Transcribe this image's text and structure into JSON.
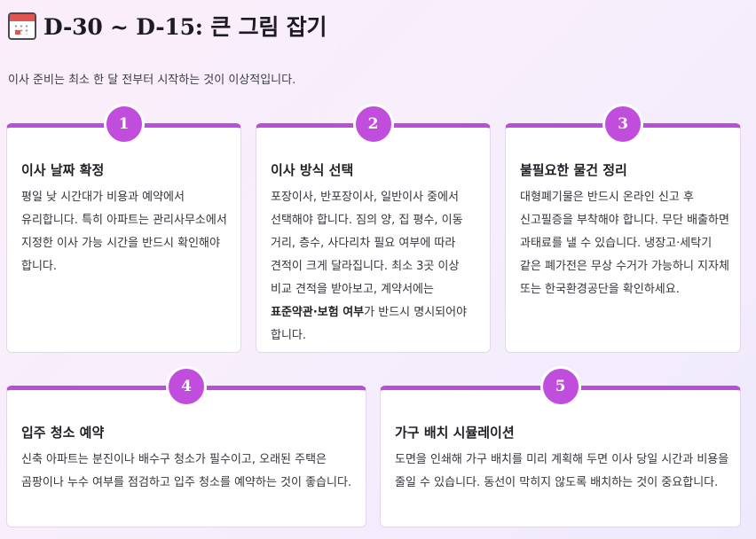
{
  "header": {
    "icon": "calendar-icon",
    "title": "D-30 ~ D-15: 큰 그림 잡기"
  },
  "intro": "이사 준비는 최소 한 달 전부터 시작하는 것이 이상적입니다.",
  "accent_color": "#c04ddb",
  "cards": [
    {
      "number": "1",
      "title": "이사 날짜 확정",
      "body": "평일 낮 시간대가 비용과 예약에서 유리합니다. 특히 아파트는 관리사무소에서 지정한 이사 가능 시간을 반드시 확인해야 합니다."
    },
    {
      "number": "2",
      "title": "이사 방식 선택",
      "body_pre": "포장이사, 반포장이사, 일반이사 중에서 선택해야 합니다. 짐의 양, 집 평수, 이동 거리, 층수, 사다리차 필요 여부에 따라 견적이 크게 달라집니다. 최소 3곳 이상 비교 견적을 받아보고, 계약서에는 ",
      "body_bold": "표준약관·보험 여부",
      "body_post": "가 반드시 명시되어야 합니다."
    },
    {
      "number": "3",
      "title": "불필요한 물건 정리",
      "body": "대형폐기물은 반드시 온라인 신고 후 신고필증을 부착해야 합니다. 무단 배출하면 과태료를 낼 수 있습니다. 냉장고·세탁기 같은 폐가전은 무상 수거가 가능하니 지자체 또는 한국환경공단을 확인하세요."
    },
    {
      "number": "4",
      "title": "입주 청소 예약",
      "body": "신축 아파트는 분진이나 배수구 청소가 필수이고, 오래된 주택은 곰팡이나 누수 여부를 점검하고 입주 청소를 예약하는 것이 좋습니다."
    },
    {
      "number": "5",
      "title": "가구 배치 시뮬레이션",
      "body": "도면을 인쇄해 가구 배치를 미리 계획해 두면 이사 당일 시간과 비용을 줄일 수 있습니다. 동선이 막히지 않도록 배치하는 것이 중요합니다."
    }
  ]
}
